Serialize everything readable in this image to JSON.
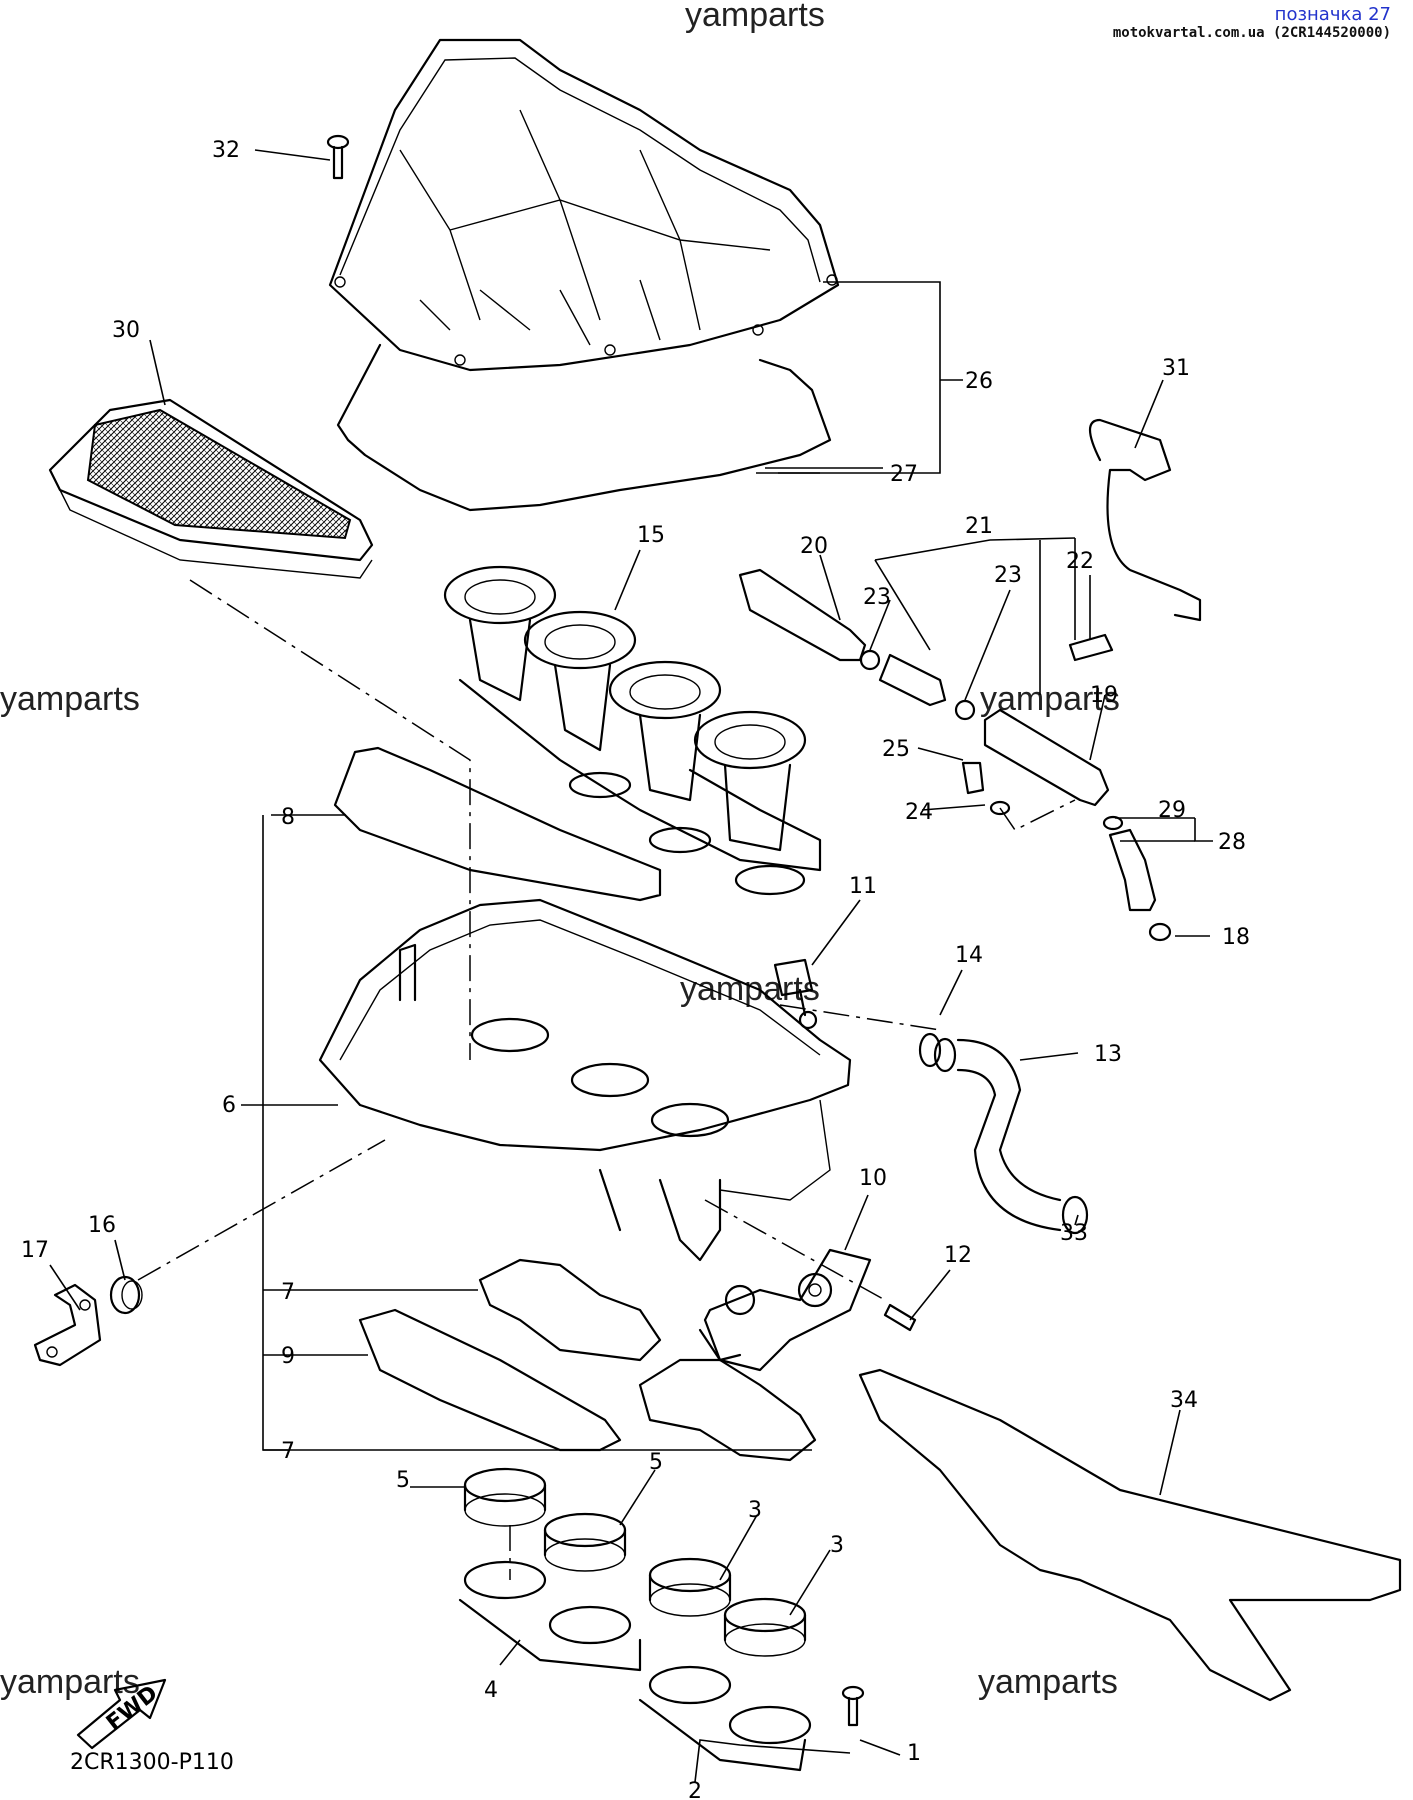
{
  "header": {
    "title": "позначка 27",
    "source": "motokvartal.com.ua (2CR144520000)"
  },
  "watermarks": [
    "yamparts",
    "yamparts",
    "yamparts",
    "yamparts",
    "yamparts",
    "yamparts"
  ],
  "fwd_label": "FWD",
  "diagram_code": "2CR1300-P110",
  "callouts": [
    "1",
    "2",
    "3",
    "3",
    "4",
    "5",
    "5",
    "6",
    "7",
    "7",
    "8",
    "9",
    "10",
    "11",
    "12",
    "13",
    "14",
    "15",
    "16",
    "17",
    "18",
    "19",
    "20",
    "21",
    "22",
    "23",
    "23",
    "24",
    "25",
    "26",
    "27",
    "28",
    "29",
    "30",
    "31",
    "32",
    "33",
    "34"
  ]
}
